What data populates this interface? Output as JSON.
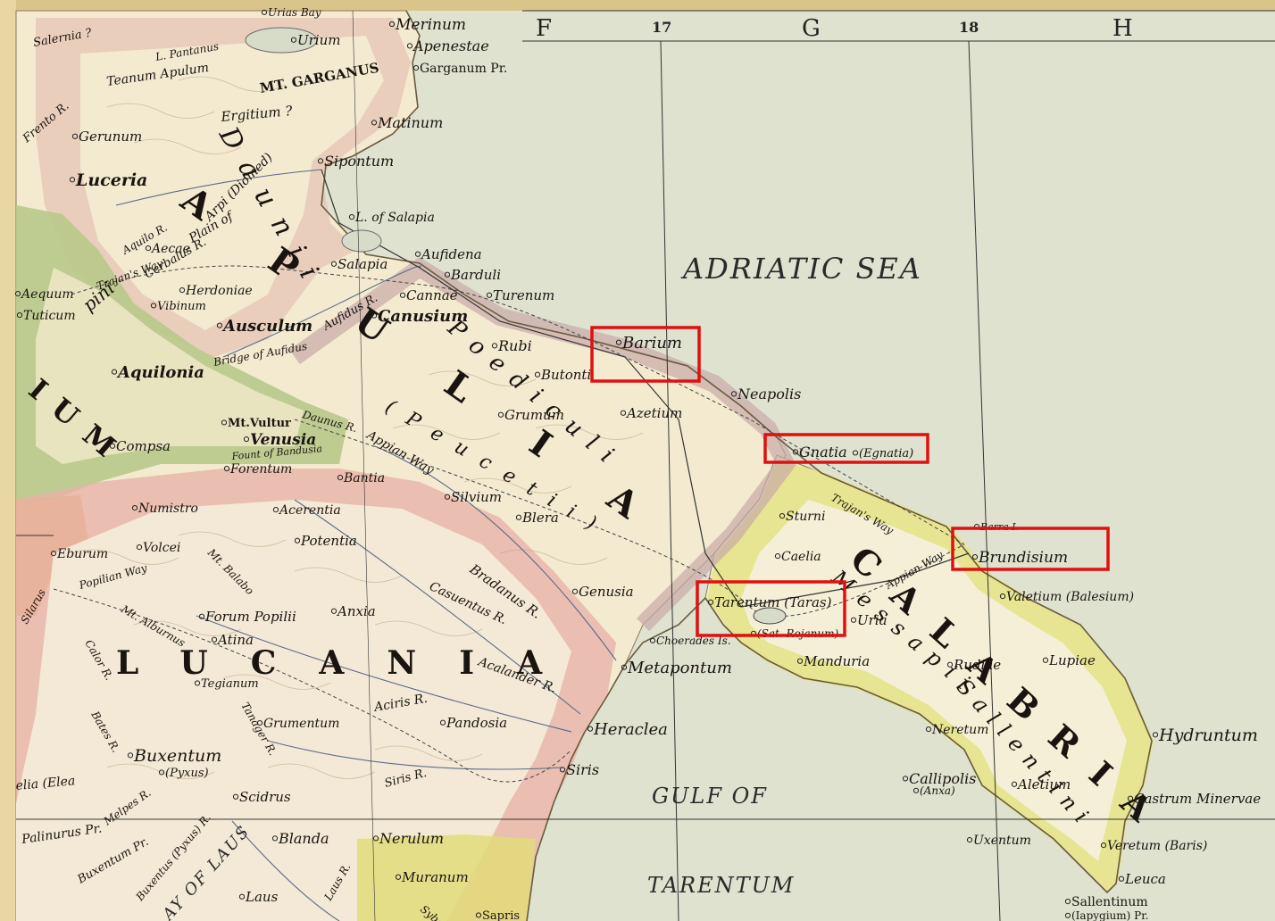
{
  "grid": {
    "letters": [
      "F",
      "G",
      "H"
    ],
    "numbers": [
      "17",
      "18"
    ]
  },
  "regions": {
    "apulia": "APULIA",
    "calabria": "CALABRIA",
    "lucania": "LUCANIA",
    "daunii": "Daunii",
    "poediculi": "Poediculi",
    "peucetii": "(Peucetii)",
    "messapii": "Messapii",
    "sallentini": "Sallentini",
    "samnium_frag": "IUM",
    "hirpini_frag": "pini"
  },
  "seas": {
    "adriatic": "ADRIATIC SEA",
    "gulf_line1": "GULF OF",
    "gulf_line2": "TARENTUM",
    "laus_bay": "AY OF LAUS"
  },
  "places": {
    "merinum": "Merinum",
    "apenestae": "Apenestae",
    "garganum": "Garganum Pr.",
    "urium": "Urium",
    "urias_bay": "Urias Bay",
    "mt_garganus": "MT. GARGANUS",
    "l_pantanus": "L. Pantanus",
    "teanum": "Teanum Apulum",
    "matinum": "Matinum",
    "ergitium": "Ergitium ?",
    "gerunum": "Gerunum",
    "sipontum": "Sipontum",
    "luceria": "Luceria",
    "arpi": "Arpi (Diomed)",
    "plain": "Plain of",
    "aecae": "Aecae",
    "aquilo": "Aquilo R.",
    "cerbalus": "Cerbalus R.",
    "l_salapia": "L. of Salapia",
    "salapia": "Salapia",
    "aufidena": "Aufidena",
    "barduli": "Barduli",
    "herdoniae": "Herdoniae",
    "vibinum": "Vibinum",
    "cannae": "Cannae",
    "turenum": "Turenum",
    "canusium": "Canusium",
    "ausculum": "Ausculum",
    "aufidus": "Aufidus R.",
    "trajans_way_w": "Trajan's Way",
    "aquilonia": "Aquilonia",
    "bridge": "Bridge of Aufidus",
    "rubi": "Rubi",
    "butonti": "Butonti",
    "barium": "Barium",
    "neapolis": "Neapolis",
    "grumum": "Grumum",
    "azetium": "Azetium",
    "mt_vultur": "Mt.Vultur",
    "venusia": "Venusia",
    "daunus": "Daunus R.",
    "fount": "Fount of Bandusia",
    "forentum": "Forentum",
    "compsa": "Compsa",
    "appian_way_w": "Appian Way",
    "gnatia": "Gnatia",
    "egnatia": "(Egnatia)",
    "bantia": "Bantia",
    "silvium": "Silvium",
    "blera": "Blera",
    "sturni": "Sturni",
    "trajans_way_e": "Trajan's Way",
    "numistro": "Numistro",
    "acerentia": "Acerentia",
    "volcei": "Volcei",
    "potentia": "Potentia",
    "eburum": "Eburum",
    "caelia": "Caelia",
    "brundisium": "Brundisium",
    "barra": "Barra I.",
    "bradanus": "Bradanus R.",
    "genusia": "Genusia",
    "casuentus": "Casuentus R.",
    "valetium": "Valetium (Balesium)",
    "tarentum": "Tarentum (Taras)",
    "appian_way_e": "Appian Way",
    "uria": "Uria",
    "popilian_way": "Popilian Way",
    "forum_popilii": "Forum Popilii",
    "anxia": "Anxia",
    "mt_alburnus": "Mt. Alburnus",
    "atina": "Atina",
    "mt_balabo": "Mt. Balabo",
    "choerades": "Choerades Is.",
    "saturnia": "(Sat. Rojanum)",
    "manduria": "Manduria",
    "rudiae": "Rudiae",
    "lupiae": "Lupiae",
    "metapontum": "Metapontum",
    "acalander": "Acalander R.",
    "tegianum": "Tegianum",
    "acitris": "Aciris R.",
    "pandosia": "Pandosia",
    "heraclea": "Heraclea",
    "grumentum": "Grumentum",
    "nereton": "Neretum",
    "hydruntum": "Hydruntum",
    "buxentum": "Buxentum",
    "pyxus": "(Pyxus)",
    "siris_r": "Siris R.",
    "siris": "Siris",
    "callipolis": "Callipolis",
    "anxa": "(Anxa)",
    "aletium": "Aletium",
    "castrum": "Castrum Minervae",
    "elea": "elia (Elea",
    "scidrus": "Scidrus",
    "palinurus": "Palinurus Pr.",
    "melpes": "Melpes R.",
    "buxentum_pr": "Buxentum Pr.",
    "buxentus_r": "Buxentus (Pyxus) R.",
    "blanda": "Blanda",
    "nerulum": "Nerulum",
    "uxentum": "Uxentum",
    "veretum": "Veretum (Baris)",
    "leuca": "Leuca",
    "sallentinum": "Sallentinum",
    "iapygium": "(Iapygium) Pr.",
    "laus_r": "Laus R.",
    "laus": "Laus",
    "muranum": "Muranum",
    "sybaris": "Sybaris",
    "tutium": "Tuticum",
    "aequum": "Aequum",
    "salernia": "Salernia ?",
    "frento": "Frento R.",
    "silarus": "Silarus",
    "tanager": "Tanager R.",
    "bates": "Bates R.",
    "calor": "Calor R.",
    "sapris": "Sapris"
  }
}
